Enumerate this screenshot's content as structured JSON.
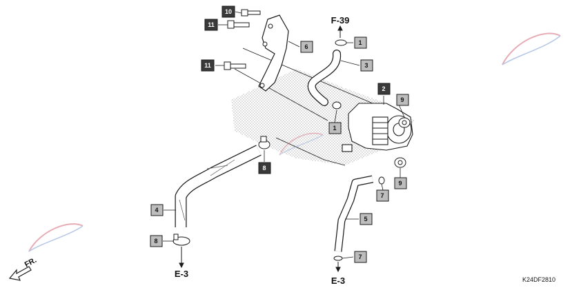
{
  "diagram": {
    "drawing_code": "K24DF2810",
    "front_label": "FR.",
    "references": {
      "top": "F-39",
      "bottom_left": "E-3",
      "bottom_right": "E-3"
    },
    "callouts": [
      {
        "id": "c10",
        "label": "10",
        "style": "dark"
      },
      {
        "id": "c11a",
        "label": "11",
        "style": "dark"
      },
      {
        "id": "c11b",
        "label": "11",
        "style": "dark"
      },
      {
        "id": "c6",
        "label": "6",
        "style": "light"
      },
      {
        "id": "c1a",
        "label": "1",
        "style": "light"
      },
      {
        "id": "c3",
        "label": "3",
        "style": "light"
      },
      {
        "id": "c2",
        "label": "2",
        "style": "dark"
      },
      {
        "id": "c9a",
        "label": "9",
        "style": "light"
      },
      {
        "id": "c1b",
        "label": "1",
        "style": "light"
      },
      {
        "id": "c8a",
        "label": "8",
        "style": "dark"
      },
      {
        "id": "c9b",
        "label": "9",
        "style": "light"
      },
      {
        "id": "c7a",
        "label": "7",
        "style": "light"
      },
      {
        "id": "c4",
        "label": "4",
        "style": "light"
      },
      {
        "id": "c5",
        "label": "5",
        "style": "light"
      },
      {
        "id": "c8b",
        "label": "8",
        "style": "light"
      },
      {
        "id": "c7b",
        "label": "7",
        "style": "light"
      }
    ]
  },
  "colors": {
    "line": "#1a1a1a",
    "callout_dark": "#3a3a3a",
    "callout_light": "#bdbdbd",
    "watermark": "#d46a7a"
  }
}
